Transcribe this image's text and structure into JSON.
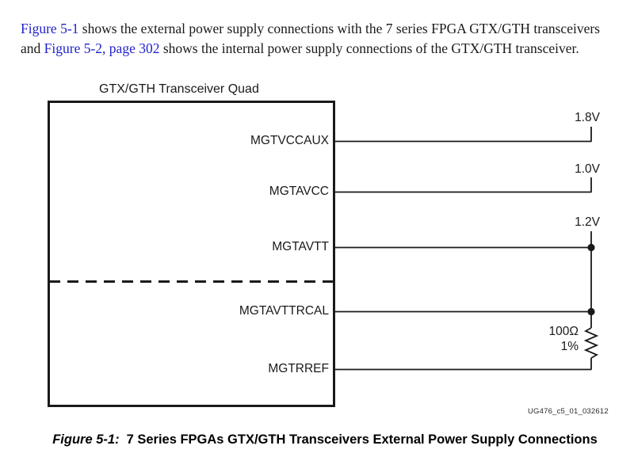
{
  "intro": {
    "segments": [
      {
        "text": "Figure 5-1",
        "link": true
      },
      {
        "text": " shows the external power supply connections with the 7 series FPGA GTX/GTH transceivers and ",
        "link": false
      },
      {
        "text": "Figure 5-2, page 302",
        "link": true
      },
      {
        "text": " shows the internal power supply connections of the GTX/GTH transceiver.",
        "link": false
      }
    ],
    "link_color": "#2222cc"
  },
  "diagram": {
    "block_title": "GTX/GTH Transceiver Quad",
    "figure_id": "UG476_c5_01_032612",
    "line_color": "#1a1a1a",
    "pins": [
      {
        "name": "MGTVCCAUX",
        "supply": "1.8V",
        "junction": false
      },
      {
        "name": "MGTAVCC",
        "supply": "1.0V",
        "junction": false
      },
      {
        "name": "MGTAVTT",
        "supply": "1.2V",
        "junction": true
      },
      {
        "name": "MGTAVTTRCAL",
        "supply": "",
        "junction": true
      },
      {
        "name": "MGTRREF",
        "supply": "",
        "junction": false
      }
    ],
    "resistor": {
      "value": "100Ω",
      "tolerance": "1%"
    }
  },
  "caption": {
    "number": "Figure 5-1:",
    "text": "7 Series FPGAs GTX/GTH Transceivers External Power Supply Connections"
  }
}
